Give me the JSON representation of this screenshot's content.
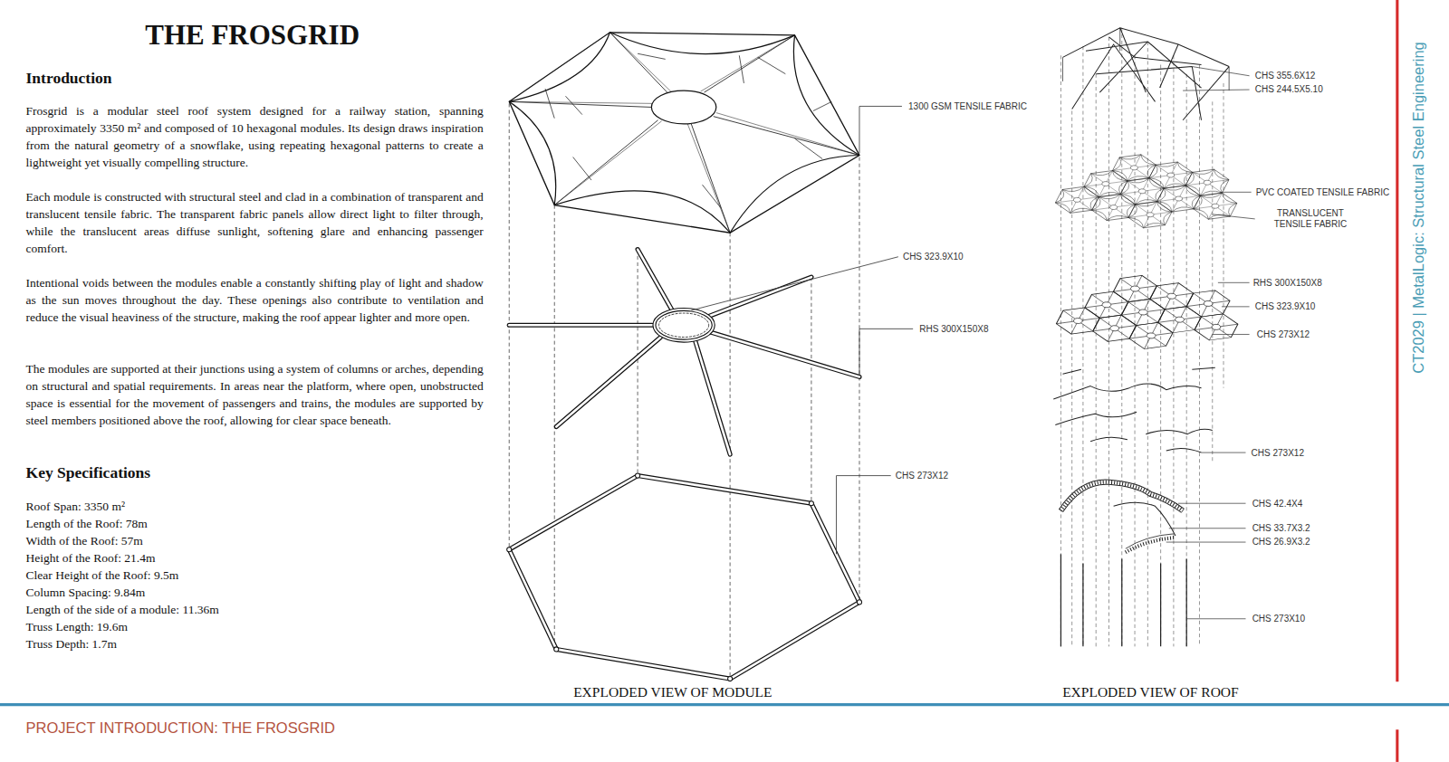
{
  "diagram": {
    "title": "THE FROSGRID",
    "labels": [
      "Introduction",
      "Frosgrid is a modular steel roof system designed for a railway station, spanning approximately 3350 m² and composed of 10 hexagonal modules. Its design draws inspiration from the natural geometry of a snowflake, using repeating hexagonal patterns to create a lightweight yet visually compelling structure.",
      "Each module is constructed with structural steel and clad in a combination of transparent and translucent tensile fabric. The transparent fabric panels allow direct light to filter through, while the translucent areas diffuse sunlight, softening glare and enhancing passenger comfort.",
      "Intentional voids between the modules enable a constantly shifting play of light and shadow as the sun moves throughout the day. These openings also contribute to ventilation and reduce the visual heaviness of the structure, making the roof appear lighter and more open.",
      "The modules are supported at their junctions using a system of columns or arches, depending on structural and spatial requirements. In areas near the platform, where open, unobstructed space is essential for the movement of passengers and trains, the modules are supported by steel members positioned above the roof, allowing for clear space beneath.",
      "Key Specifications",
      "Roof Span: 3350 m²",
      "Length of the Roof: 78m",
      "Width of the Roof: 57m",
      "Height of the Roof: 21.4m",
      "Clear Height of the Roof: 9.5m",
      "Column Spacing: 9.84m",
      "Length of the side of a module: 11.36m",
      "Truss Length: 19.6m",
      "Truss Depth: 1.7m",
      "1300 GSM TENSILE FABRIC",
      "CHS 323.9X10",
      "RHS 300X150X8",
      "CHS 273X12",
      "EXPLODED VIEW OF MODULE",
      "CHS 355.6X12",
      "CHS 244.5X5.10",
      "PVC COATED TENSILE FABRIC",
      "TRANSLUCENT TENSILE FABRIC",
      "RHS 300X150X8",
      "CHS 323.9X10",
      "CHS 273X12",
      "CHS 273X12",
      "CHS 42.4X4",
      "CHS 33.7X3.2",
      "CHS 26.9X3.2",
      "CHS 273X10",
      "EXPLODED VIEW OF ROOF",
      "PROJECT INTRODUCTION: THE FROSGRID",
      "CT2029 | MetalLogic: Structural Steel Engineering"
    ]
  }
}
